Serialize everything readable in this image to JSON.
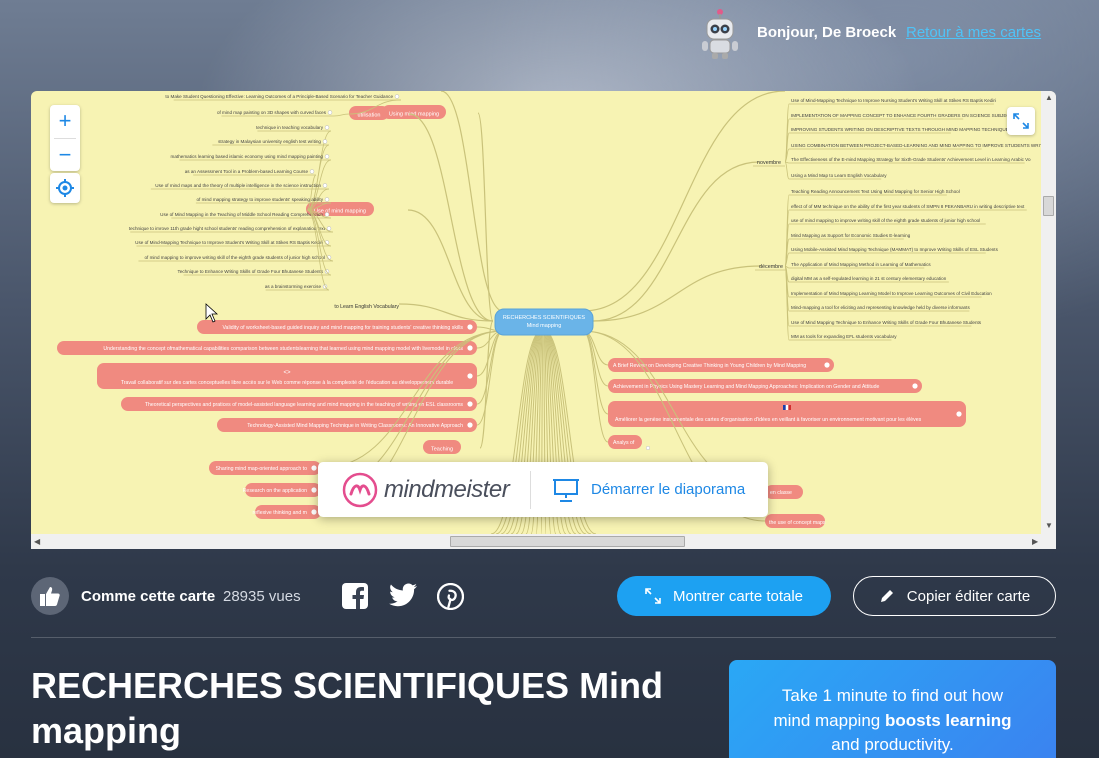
{
  "header": {
    "greeting": "Bonjour, De Broeck",
    "back_link": "Retour à mes cartes"
  },
  "map": {
    "center": {
      "line1": "RECHERCHES SCIENTIFIQUES",
      "line2": "Mind mapping"
    },
    "left_branches": [
      {
        "label": "Using mind mapping"
      },
      {
        "label": "utilisation"
      },
      {
        "label": "Use of mind mapping"
      },
      {
        "label": "to Learn English Vocabulary"
      },
      {
        "label": "Teaching"
      }
    ],
    "left_small": [
      "to Make Student Questioning Effective: Learning Outcomes of a Principle-Based Scenario for Teacher Guidance",
      "of mind map painting on 3D shapes with curved faces",
      "technique in teaching vocabulary",
      "strategy in Malaysian university english test writing",
      "mathematics learning based islamic economy using mind mapping painting",
      "as an Assessment Tool in a Problem-based Learning Course",
      "Use of mind maps and the theory of multiple intelligence in the science instruction",
      "of mind mapping strategy to improve students' speaking ability",
      "Use of Mind Mapping in the Teaching of Middle School Reading Comprehension",
      "technique to imrove 11th grade hight school students' reading comprehension of explanation text",
      "Use of Mind-Mapping Technique to Improve Student's Writing Skill at Stikes RS Baptis Kediri",
      "of mind mapping to improve writing skill of the eighth grade students of junior high school",
      "Technique to Enhance Writing Skills of Grade Four Bhutanese Students",
      "as a brainstorming exercise"
    ],
    "left_nodes": [
      "Validity of worksheet-based guided inquiry and mind mapping for training students' creative thinking skills",
      "Understanding the concept ofmathematical capabilities comparison between studentslearning that learned using mind mapping model with livemodel in class",
      "Travail collaboratif sur des cartes conceptuelles libre accès sur le Web comme réponse à la complexité de l'éducation au développement durable",
      "Theoretical perspectives and pratices of model-assisted language learning and mind mapping in the teaching of writing en ESL classrooms",
      "Technology-Assisted Mind Mapping Technique in Writing Classrooms: An Innovative Approach",
      "Sharing mind map-oriented approach to",
      "Research on the application",
      "reflexive thinking and m"
    ],
    "right_branches": [
      {
        "label": "novembre"
      },
      {
        "label": "décembre"
      }
    ],
    "right_small": [
      "Use of Mind-Mapping Technique to Improve Nursing Student's Writing Skill at Stikes RS Baptis Kediri",
      "IMPLEMENTATION OF MAPPING CONCEPT TO ENHANCE FOURTH GRADERS ON SCIENCE SUBJECT IN SD",
      "IMPROVING STUDENTS WRITING ON DESCRIPTIVE TEXTS THROUGH MIND MAPPING TECHNIQUE",
      "USING COMBINATION BETWEEN PROJECT-BASED-LEARNING AND MIND MAPPING TO IMPROVE STUDENTS WRITING",
      "The Effectiveness of the E-mind Mapping Strategy for Sixth-Grade Students' Achievement Level in Learning Arabic Vo",
      "Using a Mind Map to Learn English Vocabulary",
      "Teaching Reading Announcement Text Using Mind Mapping for Senior High School",
      "effect of of MM technique on the ability of the first year students of SMPN 8 PEKANBARU in writing descriptive text",
      "use of mind mapping to improve writing skill of the eighth grade students of junior high school",
      "Mind Mapping as Support for Economic Studies E-learning",
      "Using Mobile-Assisted Mind Mapping Technique (MAMMAT) to Improve Writing Skills of ESL Students",
      "The Application of Mind Mapping Method in Learning of Mathematics",
      "digital MM as a self-regulated learning in 21 st century elementary education",
      "Implementation of Mind Mapping Learning Model to Improve Learning Outcomes of Civil Education",
      "Mind-mapping a tool for eliciting and representing knowledge held by diverse informants",
      "Use of Mind Mapping Technique to Enhance Writing Skills of Grade Four Bhutanese Students",
      "MM as tools for expanding EFL students vocabulary"
    ],
    "right_nodes": [
      "A Brief Review on Developing Creative Thinking in Young Children by Mind Mapping",
      "Achievement in Physics Using Mastery Learning and Mind Mapping Approaches: Implication on Gender and Attitude",
      "Améliorer la genèse instrumentale des cartes d'organisation d'idées en veillant à favoriser un environnement motivant pour les élèves",
      "Analys of",
      "en classe",
      "the use of concept maps"
    ]
  },
  "banner": {
    "logo_text": "mindmeister",
    "slideshow_label": "Démarrer le diaporama"
  },
  "actions": {
    "like_label": "Comme cette carte",
    "views": "28935 vues",
    "show_map_label": "Montrer carte totale",
    "copy_label": "Copier éditer carte"
  },
  "page": {
    "title": "RECHERCHES SCIENTIFIQUES Mind mapping"
  },
  "promo": {
    "line1": "Take 1 minute to find out how",
    "line2_pre": "mind mapping ",
    "line2_bold": "boosts learning",
    "line3": "and productivity."
  },
  "colors": {
    "map_bg": "#f7f3b3",
    "node_salmon": "#f08a80",
    "center_blue": "#6ab4e8",
    "accent_blue": "#1da1f2",
    "link_blue": "#4fc3f7"
  }
}
